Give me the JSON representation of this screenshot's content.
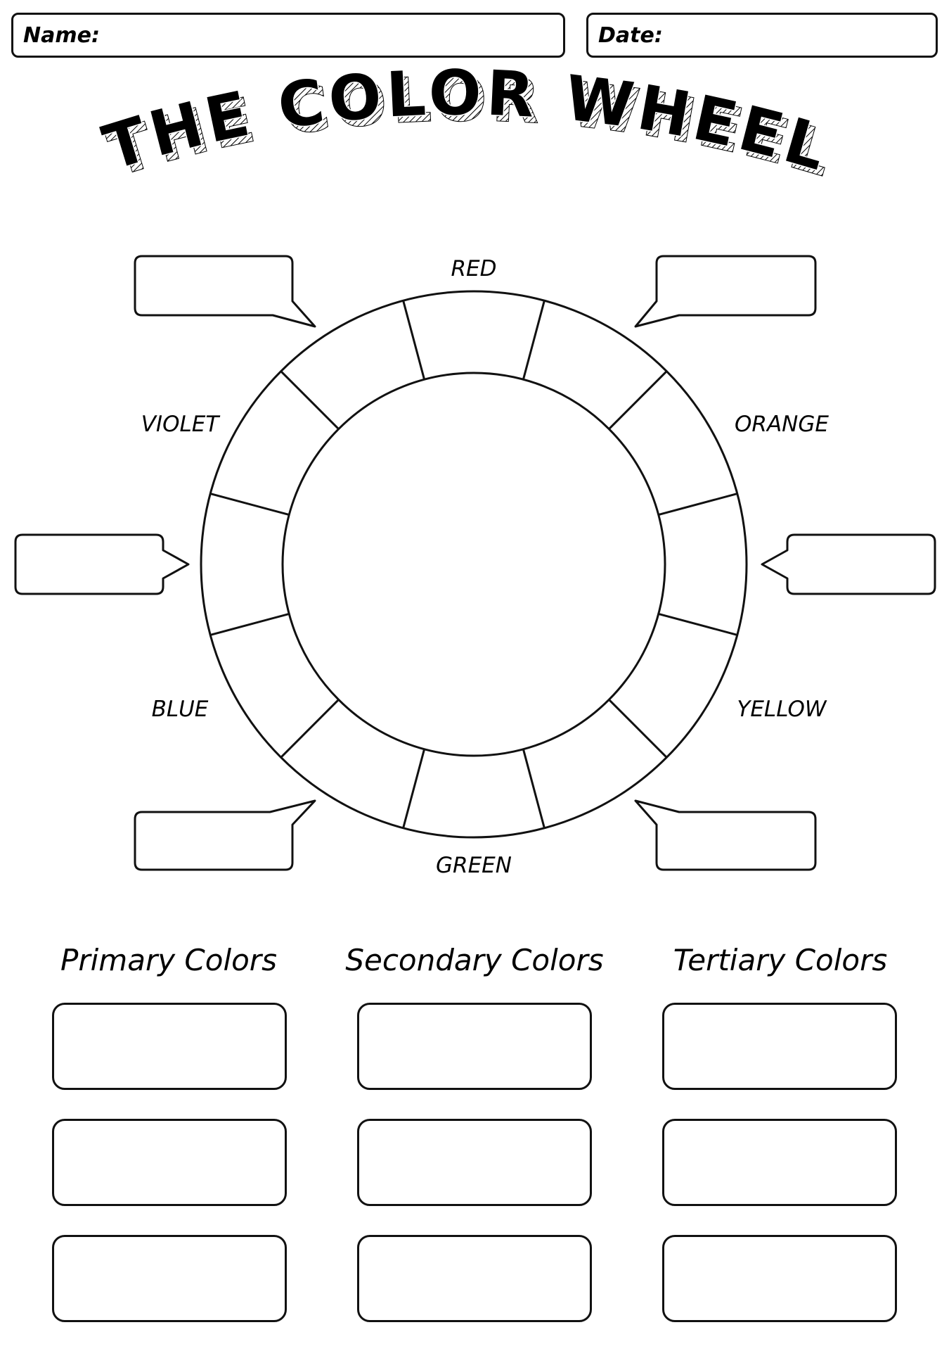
{
  "header": {
    "name_label": "Name:",
    "date_label": "Date:"
  },
  "title": "THE COLOR WHEEL",
  "wheel": {
    "label_top": "RED",
    "label_upper_right": "ORANGE",
    "label_lower_right": "YELLOW",
    "label_bottom": "GREEN",
    "label_lower_left": "BLUE",
    "label_upper_left": "VIOLET",
    "segment_count": 12
  },
  "sections": {
    "primary": "Primary Colors",
    "secondary": "Secondary Colors",
    "tertiary": "Tertiary Colors"
  }
}
